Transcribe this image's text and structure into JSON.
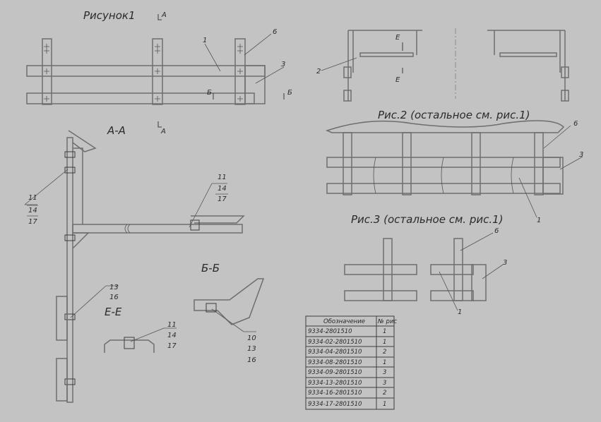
{
  "titles": {
    "fig1": "Рисунок1",
    "section_aa": "А-А",
    "section_bb": "Б-Б",
    "section_ee": "Е-Е",
    "fig2": "Рис.2 (остальное см. рис.1)",
    "fig3": "Рис.3 (остальное см. рис.1)"
  },
  "section_marks": {
    "a": "А",
    "b": "Б",
    "e": "Е"
  },
  "callouts": {
    "n1": "1",
    "n2": "2",
    "n3": "3",
    "n6": "6",
    "n10": "10",
    "n11": "11",
    "n13": "13",
    "n14": "14",
    "n16": "16",
    "n17": "17"
  },
  "table": {
    "headers": [
      "Обозначение",
      "№ рис"
    ],
    "rows": [
      [
        "9334-2801510",
        "1"
      ],
      [
        "9334-02-2801510",
        "1"
      ],
      [
        "9334-04-2801510",
        "2"
      ],
      [
        "9334-08-2801510",
        "1"
      ],
      [
        "9334-09-2801510",
        "3"
      ],
      [
        "9334-13-2801510",
        "3"
      ],
      [
        "9334-16-2801510",
        "2"
      ],
      [
        "9334-17-2801510",
        "1"
      ]
    ]
  }
}
